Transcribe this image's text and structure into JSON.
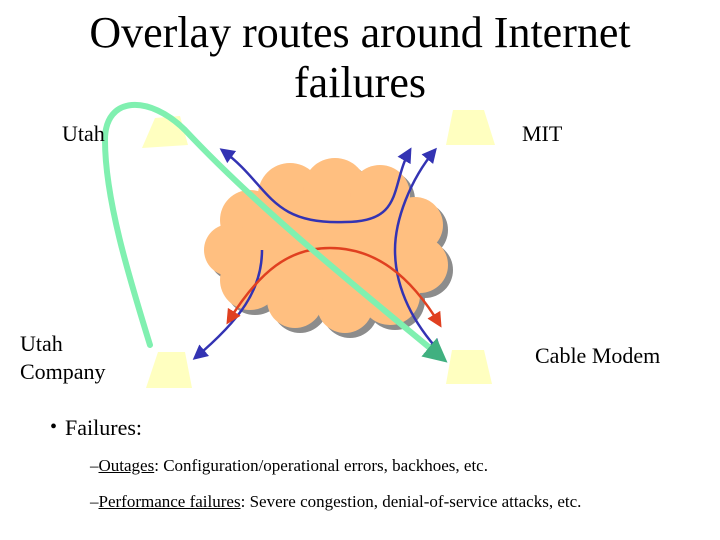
{
  "title": {
    "line1": "Overlay routes around Internet",
    "line2": "failures"
  },
  "nodes": {
    "utah": "Utah",
    "mit": "MIT",
    "utah_company_line1": "Utah",
    "utah_company_line2": "Company",
    "cable_modem": "Cable Modem"
  },
  "bullet": {
    "label": "Failures:",
    "items": [
      {
        "dash": "–",
        "term": "Outages",
        "sep": ":",
        "text": " Configuration/operational errors, backhoes, etc."
      },
      {
        "dash": "–",
        "term": "Performance failures",
        "sep": ":",
        "text": " Severe congestion, denial-of-service attacks, etc."
      }
    ]
  },
  "colors": {
    "cloud": "#ffbf80",
    "cloud_shadow": "#8c8c8c",
    "computer": "#ffffc0",
    "route_blue": "#3333b3",
    "route_red": "#e04020",
    "overlay_green": "#80f0b0",
    "arrowhead_blue": "#3333b3",
    "arrowhead_red": "#e04020",
    "arrowhead_green": "#40b080"
  }
}
